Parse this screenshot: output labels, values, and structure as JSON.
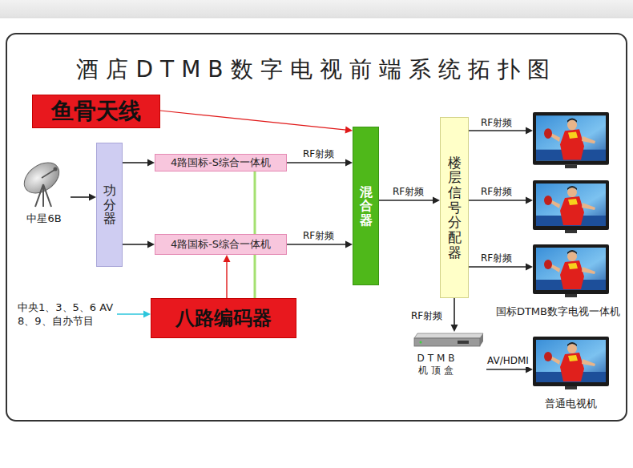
{
  "diagram": {
    "title": "酒店DTMB数字电视前端系统拓扑图",
    "nodes": [
      {
        "text": [
          "鱼骨天线"
        ]
      },
      {
        "text": [
          "中星6B"
        ]
      },
      {
        "text": [
          "功分器"
        ]
      },
      {
        "text": [
          "4路国标-S综合一体机"
        ]
      },
      {
        "text": [
          "4路国标-S综合一体机"
        ]
      },
      {
        "text": [
          "中央1、3、5、6 AV 8、9、自办节目"
        ]
      },
      {
        "text": [
          "八路编码器"
        ]
      },
      {
        "text": [
          "混合器"
        ]
      },
      {
        "text": [
          "楼层信号分配器"
        ]
      },
      {
        "text": []
      },
      {
        "text": []
      },
      {
        "text": [
          "国标DTMB数字电视一体机"
        ]
      },
      {
        "text": [
          "DTMB 机顶盒"
        ]
      },
      {
        "text": [
          "普通电视机"
        ]
      }
    ],
    "edges": [
      {
        "from": 1,
        "to": 2,
        "arrow": "to"
      },
      {
        "from": 2,
        "to": 3,
        "arrow": "to"
      },
      {
        "from": 2,
        "to": 4,
        "arrow": "to"
      },
      {
        "from": 3,
        "to": 7,
        "label": "RF射频",
        "arrow": "to"
      },
      {
        "from": 4,
        "to": 7,
        "label": "RF射频",
        "arrow": "to"
      },
      {
        "from": 0,
        "to": 7,
        "arrow": "to"
      },
      {
        "from": 5,
        "to": 6,
        "arrow": "to"
      },
      {
        "from": 6,
        "to": 4,
        "arrow": "to"
      },
      {
        "from": 6,
        "to": 3,
        "arrow": "none"
      },
      {
        "from": 7,
        "to": 8,
        "label": "RF射频",
        "arrow": "to"
      },
      {
        "from": 8,
        "to": 9,
        "label": "RF射频",
        "arrow": "to"
      },
      {
        "from": 8,
        "to": 10,
        "label": "RF射频",
        "arrow": "to"
      },
      {
        "from": 8,
        "to": 11,
        "label": "RF射频",
        "arrow": "to"
      },
      {
        "from": 8,
        "to": 12,
        "label": "RF射频",
        "arrow": "to"
      },
      {
        "from": 12,
        "to": 13,
        "label": "AV/HDMI",
        "arrow": "to"
      }
    ]
  }
}
